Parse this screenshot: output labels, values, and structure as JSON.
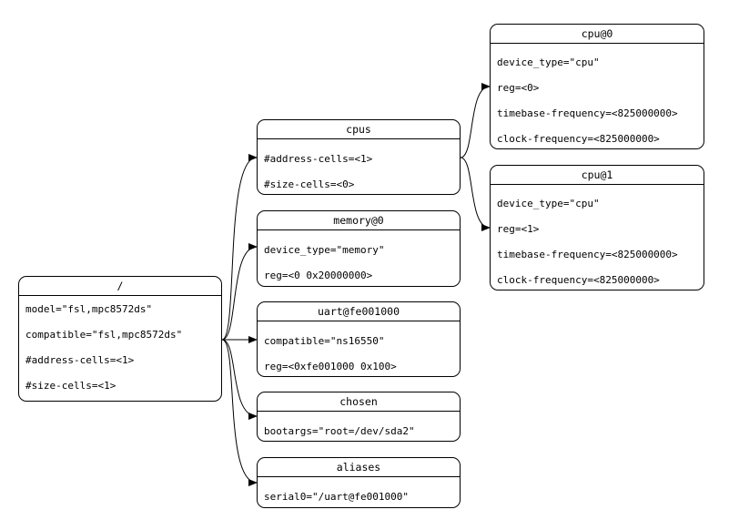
{
  "nodes": {
    "root": {
      "title": "/",
      "props": [
        "model=\"fsl,mpc8572ds\"",
        "compatible=\"fsl,mpc8572ds\"",
        "#address-cells=<1>",
        "#size-cells=<1>"
      ]
    },
    "cpus": {
      "title": "cpus",
      "props": [
        "#address-cells=<1>",
        "#size-cells=<0>"
      ]
    },
    "memory": {
      "title": "memory@0",
      "props": [
        "device_type=\"memory\"",
        "reg=<0 0x20000000>"
      ]
    },
    "uart": {
      "title": "uart@fe001000",
      "props": [
        "compatible=\"ns16550\"",
        "reg=<0xfe001000 0x100>"
      ]
    },
    "chosen": {
      "title": "chosen",
      "props": [
        "bootargs=\"root=/dev/sda2\""
      ]
    },
    "aliases": {
      "title": "aliases",
      "props": [
        "serial0=\"/uart@fe001000\""
      ]
    },
    "cpu0": {
      "title": "cpu@0",
      "props": [
        "device_type=\"cpu\"",
        "reg=<0>",
        "timebase-frequency=<825000000>",
        "clock-frequency=<825000000>"
      ]
    },
    "cpu1": {
      "title": "cpu@1",
      "props": [
        "device_type=\"cpu\"",
        "reg=<1>",
        "timebase-frequency=<825000000>",
        "clock-frequency=<825000000>"
      ]
    }
  },
  "edges": [
    {
      "from": "root",
      "to": "cpus"
    },
    {
      "from": "root",
      "to": "memory"
    },
    {
      "from": "root",
      "to": "uart"
    },
    {
      "from": "root",
      "to": "chosen"
    },
    {
      "from": "root",
      "to": "aliases"
    },
    {
      "from": "cpus",
      "to": "cpu0"
    },
    {
      "from": "cpus",
      "to": "cpu1"
    }
  ],
  "colors": {
    "line": "#000000",
    "background": "#ffffff"
  }
}
